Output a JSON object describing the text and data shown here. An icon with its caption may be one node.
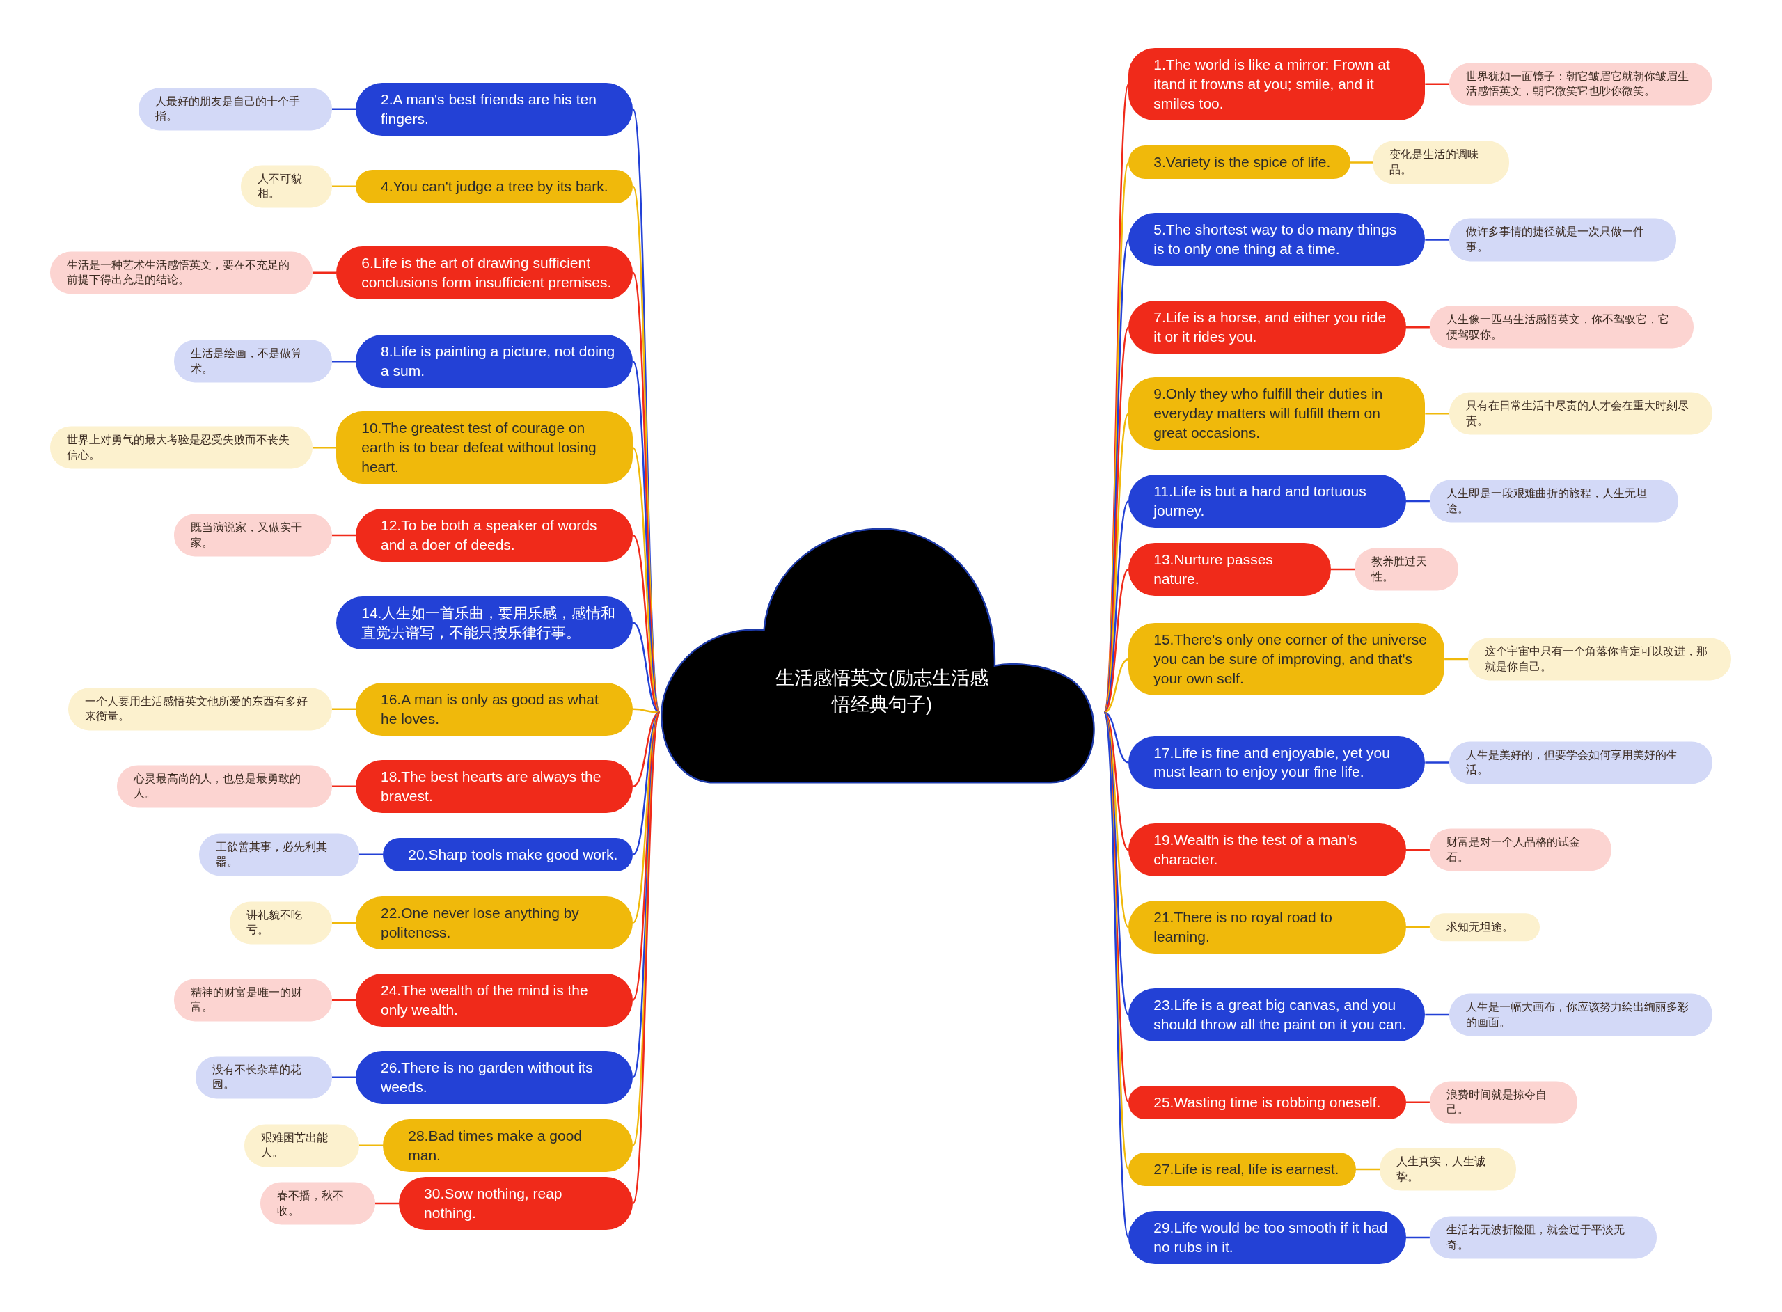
{
  "diagram": {
    "nodes": [
      {
        "text": [
          "生活感悟英文(励志生活感悟经典句子)"
        ]
      },
      {
        "text": [
          "1.The world is like a mirror: Frown at itand it frowns at you; smile, and it smiles too."
        ]
      },
      {
        "text": [
          "世界犹如一面镜子：朝它皱眉它就朝你皱眉生活感悟英文，朝它微笑它也吵你微笑。"
        ]
      },
      {
        "text": [
          "2.A man's best friends are his ten fingers."
        ]
      },
      {
        "text": [
          "人最好的朋友是自己的十个手指。"
        ]
      },
      {
        "text": [
          "3.Variety is the spice of life."
        ]
      },
      {
        "text": [
          "变化是生活的调味品。"
        ]
      },
      {
        "text": [
          "4.You can't judge a tree by its bark."
        ]
      },
      {
        "text": [
          "人不可貌相。"
        ]
      },
      {
        "text": [
          "5.The shortest way to do many things is to only one thing at a time."
        ]
      },
      {
        "text": [
          "做许多事情的捷径就是一次只做一件事。"
        ]
      },
      {
        "text": [
          "6.Life is the art of drawing sufficient conclusions form insufficient premises."
        ]
      },
      {
        "text": [
          "生活是一种艺术生活感悟英文，要在不充足的前提下得出充足的结论。"
        ]
      },
      {
        "text": [
          "7.Life is a horse, and either you ride it or it rides you."
        ]
      },
      {
        "text": [
          "人生像一匹马生活感悟英文，你不驾驭它，它便驾驭你。"
        ]
      },
      {
        "text": [
          "8.Life is painting a picture, not doing a sum."
        ]
      },
      {
        "text": [
          "生活是绘画，不是做算术。"
        ]
      },
      {
        "text": [
          "9.Only they who fulfill their duties in everyday matters will fulfill them on great occasions."
        ]
      },
      {
        "text": [
          "只有在日常生活中尽责的人才会在重大时刻尽责。"
        ]
      },
      {
        "text": [
          "10.The greatest test of courage on earth is to bear defeat without losing heart."
        ]
      },
      {
        "text": [
          "世界上对勇气的最大考验是忍受失败而不丧失信心。"
        ]
      },
      {
        "text": [
          "11.Life is but a hard and tortuous journey."
        ]
      },
      {
        "text": [
          "人生即是一段艰难曲折的旅程，人生无坦途。"
        ]
      },
      {
        "text": [
          "12.To be both a speaker of words and a doer of deeds."
        ]
      },
      {
        "text": [
          "既当演说家，又做实干家。"
        ]
      },
      {
        "text": [
          "13.Nurture passes nature."
        ]
      },
      {
        "text": [
          "教养胜过天性。"
        ]
      },
      {
        "text": [
          "14.人生如一首乐曲，要用乐感，感情和直觉去谱写，不能只按乐律行事。"
        ]
      },
      {
        "text": [
          "15.There's only one corner of the universe you can be sure of improving, and that's your own self."
        ]
      },
      {
        "text": [
          "这个宇宙中只有一个角落你肯定可以改进，那就是你自己。"
        ]
      },
      {
        "text": [
          "16.A man is only as good as what he loves."
        ]
      },
      {
        "text": [
          "一个人要用生活感悟英文他所爱的东西有多好来衡量。"
        ]
      },
      {
        "text": [
          "17.Life is fine and enjoyable, yet you must learn to enjoy your fine life."
        ]
      },
      {
        "text": [
          "人生是美好的，但要学会如何享用美好的生活。"
        ]
      },
      {
        "text": [
          "18.The best hearts are always the bravest."
        ]
      },
      {
        "text": [
          "心灵最高尚的人，也总是最勇敢的人。"
        ]
      },
      {
        "text": [
          "19.Wealth is the test of a man's character."
        ]
      },
      {
        "text": [
          "财富是对一个人品格的试金石。"
        ]
      },
      {
        "text": [
          "20.Sharp tools make good work."
        ]
      },
      {
        "text": [
          "工欲善其事，必先利其器。"
        ]
      },
      {
        "text": [
          "21.There is no royal road to learning."
        ]
      },
      {
        "text": [
          "求知无坦途。"
        ]
      },
      {
        "text": [
          "22.One never lose anything by politeness."
        ]
      },
      {
        "text": [
          "讲礼貌不吃亏。"
        ]
      },
      {
        "text": [
          "23.Life is a great big canvas, and you should throw all the paint on it you can."
        ]
      },
      {
        "text": [
          "人生是一幅大画布，你应该努力绘出绚丽多彩的画面。"
        ]
      },
      {
        "text": [
          "24.The wealth of the mind is the only wealth."
        ]
      },
      {
        "text": [
          "精神的财富是唯一的财富。"
        ]
      },
      {
        "text": [
          "25.Wasting time is robbing oneself."
        ]
      },
      {
        "text": [
          "浪费时间就是掠夺自己。"
        ]
      },
      {
        "text": [
          "26.There is no garden without its weeds."
        ]
      },
      {
        "text": [
          "没有不长杂草的花园。"
        ]
      },
      {
        "text": [
          "27.Life is real, life is earnest."
        ]
      },
      {
        "text": [
          "人生真实，人生诚挚。"
        ]
      },
      {
        "text": [
          "28.Bad times make a good man."
        ]
      },
      {
        "text": [
          "艰难困苦出能人。"
        ]
      },
      {
        "text": [
          "29.Life would be too smooth if it had no rubs in it."
        ]
      },
      {
        "text": [
          "生活若无波折险阻，就会过于平淡无奇。"
        ]
      },
      {
        "text": [
          "30.Sow nothing, reap nothing."
        ]
      },
      {
        "text": [
          "春不播，秋不收。"
        ]
      }
    ],
    "edges": [
      {
        "from": 0,
        "to": 1,
        "arrow": "none",
        "color": "#f02a1a"
      },
      {
        "from": 1,
        "to": 2,
        "arrow": "none",
        "color": "#f02a1a"
      },
      {
        "from": 0,
        "to": 3,
        "arrow": "none",
        "color": "#2341d6"
      },
      {
        "from": 3,
        "to": 4,
        "arrow": "none",
        "color": "#2341d6"
      },
      {
        "from": 0,
        "to": 5,
        "arrow": "none",
        "color": "#f0b90b"
      },
      {
        "from": 5,
        "to": 6,
        "arrow": "none",
        "color": "#f0b90b"
      },
      {
        "from": 0,
        "to": 7,
        "arrow": "none",
        "color": "#f0b90b"
      },
      {
        "from": 7,
        "to": 8,
        "arrow": "none",
        "color": "#f0b90b"
      },
      {
        "from": 0,
        "to": 9,
        "arrow": "none",
        "color": "#2341d6"
      },
      {
        "from": 9,
        "to": 10,
        "arrow": "none",
        "color": "#2341d6"
      },
      {
        "from": 0,
        "to": 11,
        "arrow": "none",
        "color": "#f02a1a"
      },
      {
        "from": 11,
        "to": 12,
        "arrow": "none",
        "color": "#f02a1a"
      },
      {
        "from": 0,
        "to": 13,
        "arrow": "none",
        "color": "#f02a1a"
      },
      {
        "from": 13,
        "to": 14,
        "arrow": "none",
        "color": "#f02a1a"
      },
      {
        "from": 0,
        "to": 15,
        "arrow": "none",
        "color": "#2341d6"
      },
      {
        "from": 15,
        "to": 16,
        "arrow": "none",
        "color": "#2341d6"
      },
      {
        "from": 0,
        "to": 17,
        "arrow": "none",
        "color": "#f0b90b"
      },
      {
        "from": 17,
        "to": 18,
        "arrow": "none",
        "color": "#f0b90b"
      },
      {
        "from": 0,
        "to": 19,
        "arrow": "none",
        "color": "#f0b90b"
      },
      {
        "from": 19,
        "to": 20,
        "arrow": "none",
        "color": "#f0b90b"
      },
      {
        "from": 0,
        "to": 21,
        "arrow": "none",
        "color": "#2341d6"
      },
      {
        "from": 21,
        "to": 22,
        "arrow": "none",
        "color": "#2341d6"
      },
      {
        "from": 0,
        "to": 23,
        "arrow": "none",
        "color": "#f02a1a"
      },
      {
        "from": 23,
        "to": 24,
        "arrow": "none",
        "color": "#f02a1a"
      },
      {
        "from": 0,
        "to": 25,
        "arrow": "none",
        "color": "#f02a1a"
      },
      {
        "from": 25,
        "to": 26,
        "arrow": "none",
        "color": "#f02a1a"
      },
      {
        "from": 0,
        "to": 27,
        "arrow": "none",
        "color": "#2341d6"
      },
      {
        "from": 0,
        "to": 28,
        "arrow": "none",
        "color": "#f0b90b"
      },
      {
        "from": 28,
        "to": 29,
        "arrow": "none",
        "color": "#f0b90b"
      },
      {
        "from": 0,
        "to": 30,
        "arrow": "none",
        "color": "#f0b90b"
      },
      {
        "from": 30,
        "to": 31,
        "arrow": "none",
        "color": "#f0b90b"
      },
      {
        "from": 0,
        "to": 32,
        "arrow": "none",
        "color": "#2341d6"
      },
      {
        "from": 32,
        "to": 33,
        "arrow": "none",
        "color": "#2341d6"
      },
      {
        "from": 0,
        "to": 34,
        "arrow": "none",
        "color": "#f02a1a"
      },
      {
        "from": 34,
        "to": 35,
        "arrow": "none",
        "color": "#f02a1a"
      },
      {
        "from": 0,
        "to": 36,
        "arrow": "none",
        "color": "#f02a1a"
      },
      {
        "from": 36,
        "to": 37,
        "arrow": "none",
        "color": "#f02a1a"
      },
      {
        "from": 0,
        "to": 38,
        "arrow": "none",
        "color": "#2341d6"
      },
      {
        "from": 38,
        "to": 39,
        "arrow": "none",
        "color": "#2341d6"
      },
      {
        "from": 0,
        "to": 40,
        "arrow": "none",
        "color": "#f0b90b"
      },
      {
        "from": 40,
        "to": 41,
        "arrow": "none",
        "color": "#f0b90b"
      },
      {
        "from": 0,
        "to": 42,
        "arrow": "none",
        "color": "#f0b90b"
      },
      {
        "from": 42,
        "to": 43,
        "arrow": "none",
        "color": "#f0b90b"
      },
      {
        "from": 0,
        "to": 44,
        "arrow": "none",
        "color": "#2341d6"
      },
      {
        "from": 44,
        "to": 45,
        "arrow": "none",
        "color": "#2341d6"
      },
      {
        "from": 0,
        "to": 46,
        "arrow": "none",
        "color": "#f02a1a"
      },
      {
        "from": 46,
        "to": 47,
        "arrow": "none",
        "color": "#f02a1a"
      },
      {
        "from": 0,
        "to": 48,
        "arrow": "none",
        "color": "#f02a1a"
      },
      {
        "from": 48,
        "to": 49,
        "arrow": "none",
        "color": "#f02a1a"
      },
      {
        "from": 0,
        "to": 50,
        "arrow": "none",
        "color": "#2341d6"
      },
      {
        "from": 50,
        "to": 51,
        "arrow": "none",
        "color": "#2341d6"
      },
      {
        "from": 0,
        "to": 52,
        "arrow": "none",
        "color": "#f0b90b"
      },
      {
        "from": 52,
        "to": 53,
        "arrow": "none",
        "color": "#f0b90b"
      },
      {
        "from": 0,
        "to": 54,
        "arrow": "none",
        "color": "#f0b90b"
      },
      {
        "from": 54,
        "to": 55,
        "arrow": "none",
        "color": "#f0b90b"
      },
      {
        "from": 0,
        "to": 56,
        "arrow": "none",
        "color": "#2341d6"
      },
      {
        "from": 56,
        "to": 57,
        "arrow": "none",
        "color": "#2341d6"
      },
      {
        "from": 0,
        "to": 58,
        "arrow": "none",
        "color": "#f02a1a"
      },
      {
        "from": 58,
        "to": 59,
        "arrow": "none",
        "color": "#f02a1a"
      }
    ]
  }
}
